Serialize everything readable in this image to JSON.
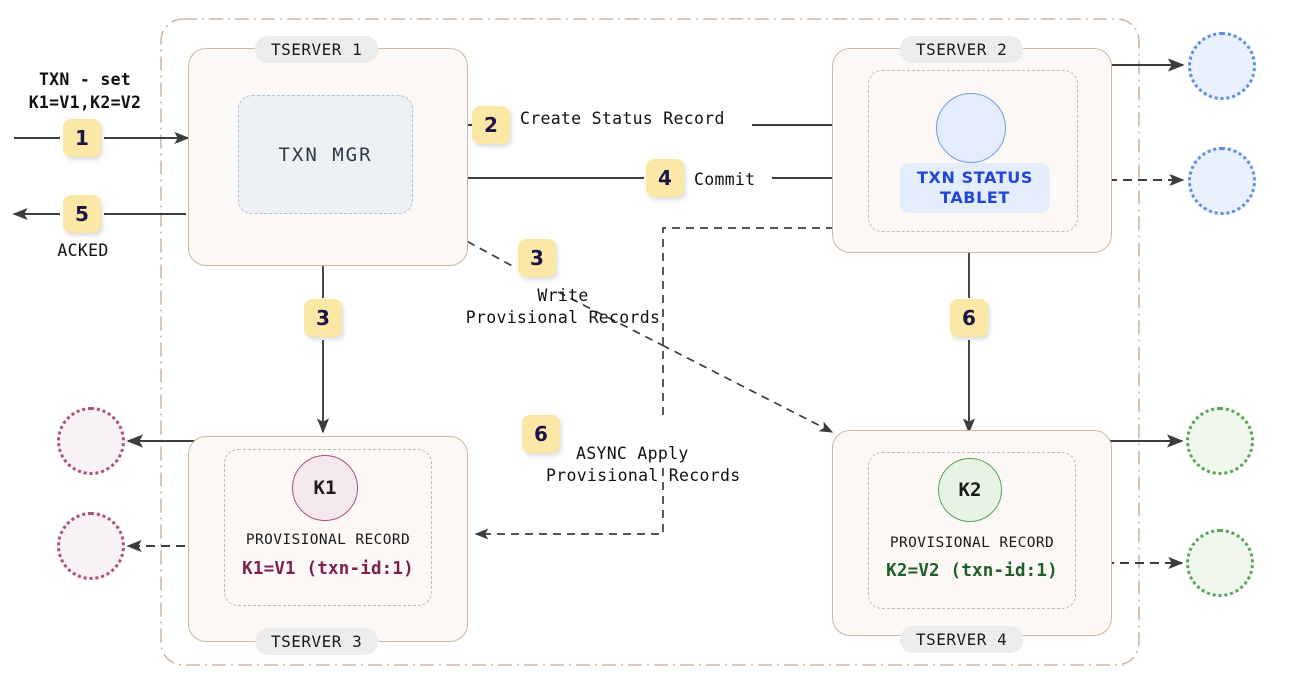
{
  "diagram": {
    "title": "Distributed transaction flow across tablet servers",
    "colors": {
      "badge_bg": "#fbe8a6",
      "badge_text": "#1c1347",
      "server_border": "#cdb9a6",
      "server_bg": "#fbf8f5",
      "txn_mgr_border": "#aac4e0",
      "txn_mgr_bg": "#eef1f4",
      "status_tablet_text": "#2146d6",
      "status_tablet_bg": "#e4edfb",
      "k1_border": "#a8517c",
      "k1_bg": "#f6e8ef",
      "k2_border": "#5aa35a",
      "k2_bg": "#e7f4e4",
      "line": "#3d3d3d"
    }
  },
  "client": {
    "request_line1": "TXN - set",
    "request_line2": "K1=V1,K2=V2",
    "request_badge": "1",
    "ack_badge": "5",
    "ack_label": "ACKED"
  },
  "servers": [
    {
      "id": "tserver-1",
      "label": "TSERVER 1",
      "component_label": "TXN MGR"
    },
    {
      "id": "tserver-2",
      "label": "TSERVER 2",
      "tablet_line1": "TXN STATUS",
      "tablet_line2": "TABLET"
    },
    {
      "id": "tserver-3",
      "label": "TSERVER 3",
      "key": "K1",
      "record_title": "PROVISIONAL RECORD",
      "record_value": "K1=V1 (txn-id:1)"
    },
    {
      "id": "tserver-4",
      "label": "TSERVER 4",
      "key": "K2",
      "record_title": "PROVISIONAL RECORD",
      "record_value": "K2=V2 (txn-id:1)"
    }
  ],
  "steps": [
    {
      "num": "1",
      "label": ""
    },
    {
      "num": "2",
      "label": "Create Status Record"
    },
    {
      "num": "3",
      "label_line1": "Write",
      "label_line2": "Provisional Records"
    },
    {
      "num": "4",
      "label": "Commit"
    },
    {
      "num": "5",
      "label": "ACKED"
    },
    {
      "num": "6",
      "label_line1": "ASYNC Apply",
      "label_line2": "Provisional Records"
    }
  ],
  "badges": {
    "b1": "1",
    "b2": "2",
    "b3_write": "3",
    "b3_left": "3",
    "b4": "4",
    "b5": "5",
    "b6_async": "6",
    "b6_right": "6"
  },
  "labels": {
    "create_status_record": "Create Status Record",
    "commit": "Commit",
    "write_l1": "Write",
    "write_l2": "Provisional Records",
    "async_l1": "ASYNC Apply",
    "async_l2": "Provisional Records"
  }
}
